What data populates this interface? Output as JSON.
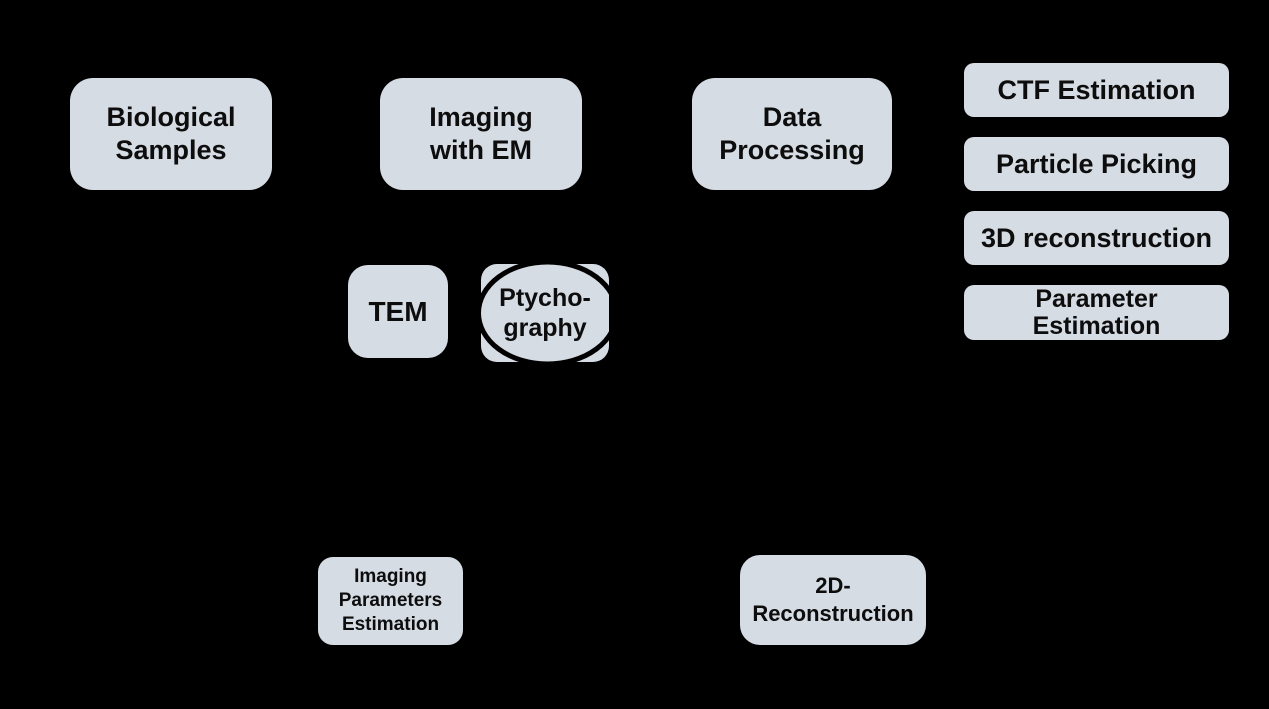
{
  "diagram": {
    "title": "Cryo-EM ptychography workflow flowchart",
    "background_color": "#000000",
    "node_fill_color": "#d6dce4",
    "node_text_color": "#0d0d0d",
    "annotation_color": "#000000",
    "nodes": {
      "biological_samples": {
        "label": "Biological\nSamples"
      },
      "imaging_with_em": {
        "label": "Imaging\nwith EM"
      },
      "data_processing": {
        "label": "Data\nProcessing"
      },
      "ctf_estimation": {
        "label": "CTF Estimation"
      },
      "particle_picking": {
        "label": "Particle Picking"
      },
      "reconstruction_3d": {
        "label": "3D reconstruction"
      },
      "parameter_estimation": {
        "label": "Parameter\nEstimation"
      },
      "tem": {
        "label": "TEM"
      },
      "ptychography": {
        "label": "Ptycho-\ngraphy"
      },
      "imaging_parameters_estimation": {
        "label": "Imaging\nParameters\nEstimation"
      },
      "reconstruction_2d": {
        "label": "2D-\nReconstruction"
      }
    }
  }
}
